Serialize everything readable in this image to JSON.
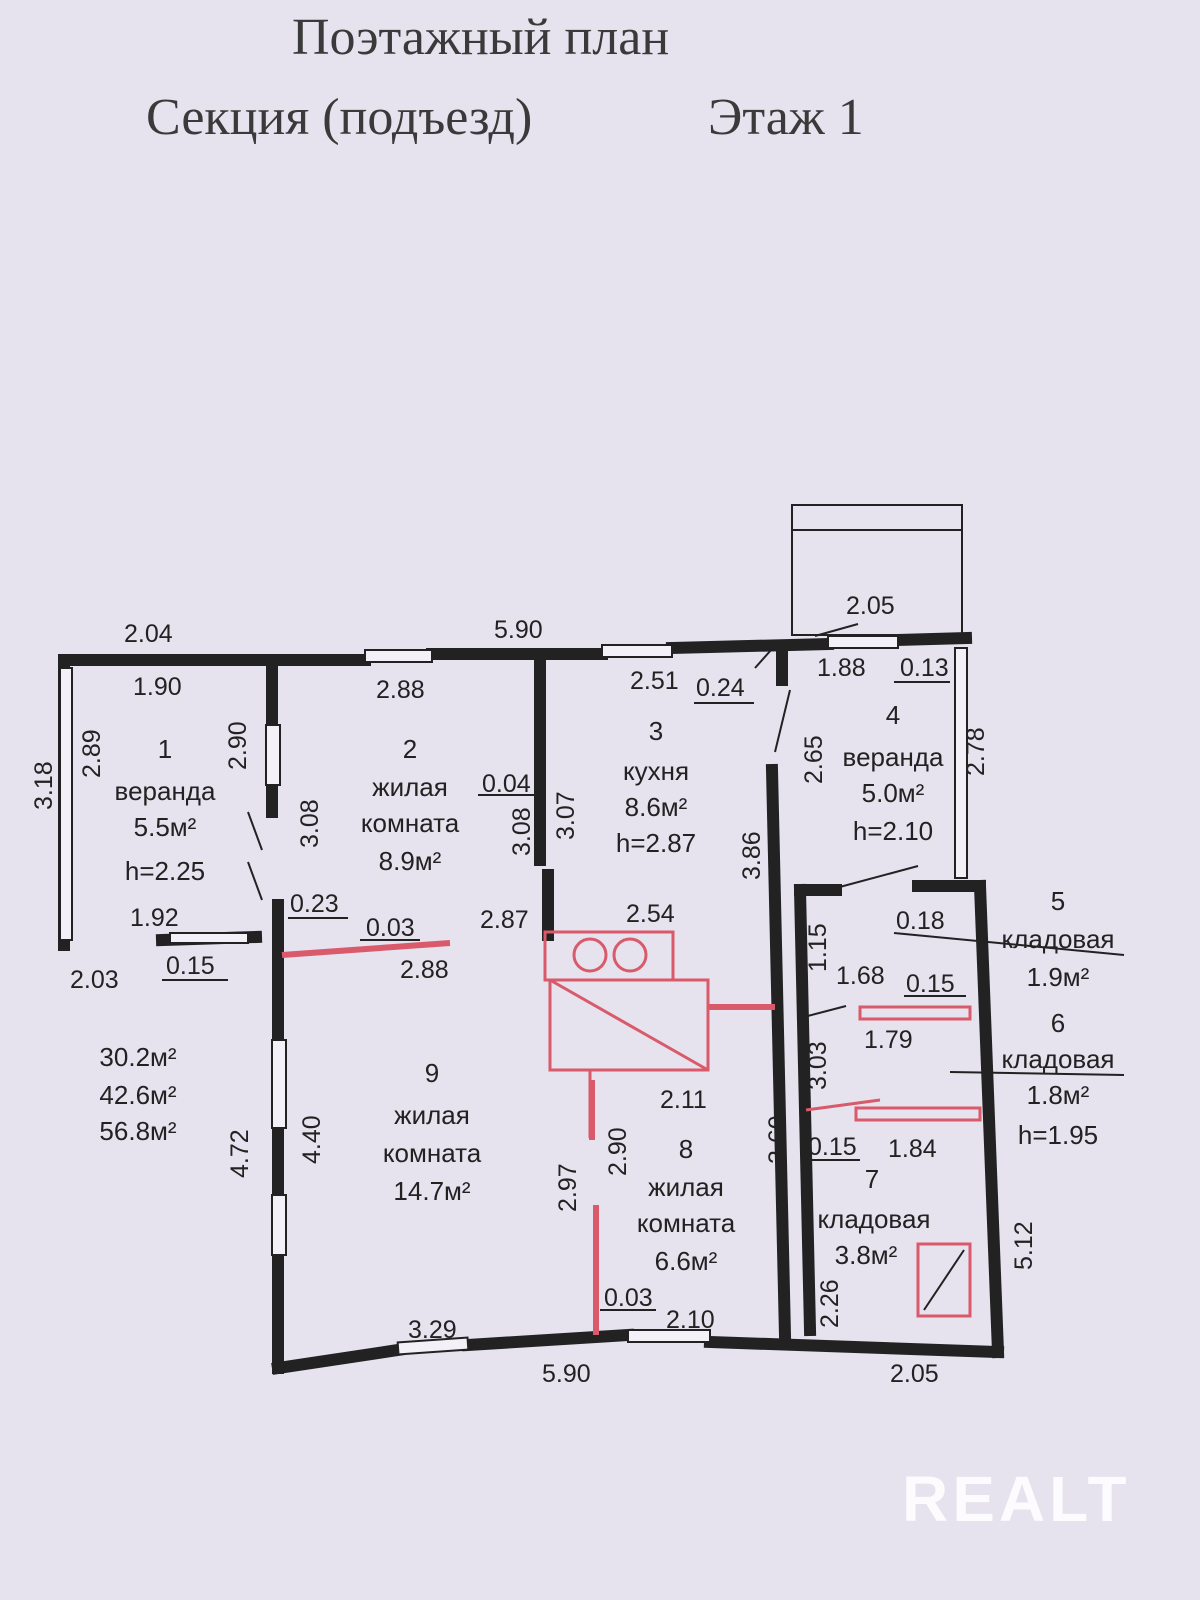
{
  "header": {
    "title": "Поэтажный план",
    "section": "Секция (подъезд)",
    "floor": "Этаж 1"
  },
  "rooms": [
    {
      "num": "1",
      "name": "веранда",
      "area": "5.5м²",
      "height": "h=2.25"
    },
    {
      "num": "2",
      "name1": "жилая",
      "name2": "комната",
      "area": "8.9м²"
    },
    {
      "num": "3",
      "name": "кухня",
      "area": "8.6м²",
      "height": "h=2.87"
    },
    {
      "num": "4",
      "name": "веранда",
      "area": "5.0м²",
      "height": "h=2.10"
    },
    {
      "num": "5",
      "name": "кладовая",
      "area": "1.9м²"
    },
    {
      "num": "6",
      "name": "кладовая",
      "area": "1.8м²",
      "height": "h=1.95"
    },
    {
      "num": "7",
      "name": "кладовая",
      "area": "3.8м²"
    },
    {
      "num": "8",
      "name1": "жилая",
      "name2": "комната",
      "area": "6.6м²"
    },
    {
      "num": "9",
      "name1": "жилая",
      "name2": "комната",
      "area": "14.7м²"
    }
  ],
  "totals": [
    "30.2м²",
    "42.6м²",
    "56.8м²"
  ],
  "dimensions": [
    "2.04",
    "5.90",
    "2.05",
    "1.90",
    "2.88",
    "2.51",
    "0.24",
    "1.88",
    "0.13",
    "3.18",
    "2.89",
    "2.90",
    "3.08",
    "0.04",
    "3.08",
    "3.07",
    "3.86",
    "2.65",
    "2.78",
    "1.92",
    "0.23",
    "0.03",
    "2.87",
    "2.54",
    "0.18",
    "2.03",
    "0.15",
    "2.88",
    "1.15",
    "1.68",
    "0.15",
    "1.79",
    "3.03",
    "2.11",
    "4.72",
    "4.40",
    "2.90",
    "3.60",
    "0.15",
    "1.84",
    "2.97",
    "5.12",
    "2.26",
    "0.03",
    "2.10",
    "3.29",
    "5.90",
    "2.05"
  ],
  "watermark": "REALT"
}
